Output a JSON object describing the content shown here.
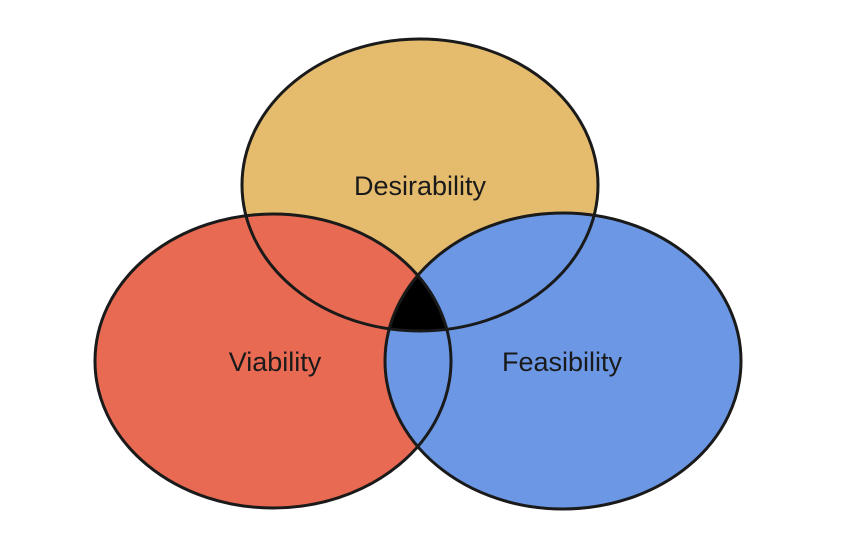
{
  "diagram": {
    "sets": [
      {
        "id": "desirability",
        "label": "Desirability",
        "color": "#E5BC6E"
      },
      {
        "id": "viability",
        "label": "Viability",
        "color": "#E96A53"
      },
      {
        "id": "feasibility",
        "label": "Feasibility",
        "color": "#6B97E4"
      }
    ],
    "intersection_color": "#000000",
    "outline_color": "#1a1a1a"
  }
}
